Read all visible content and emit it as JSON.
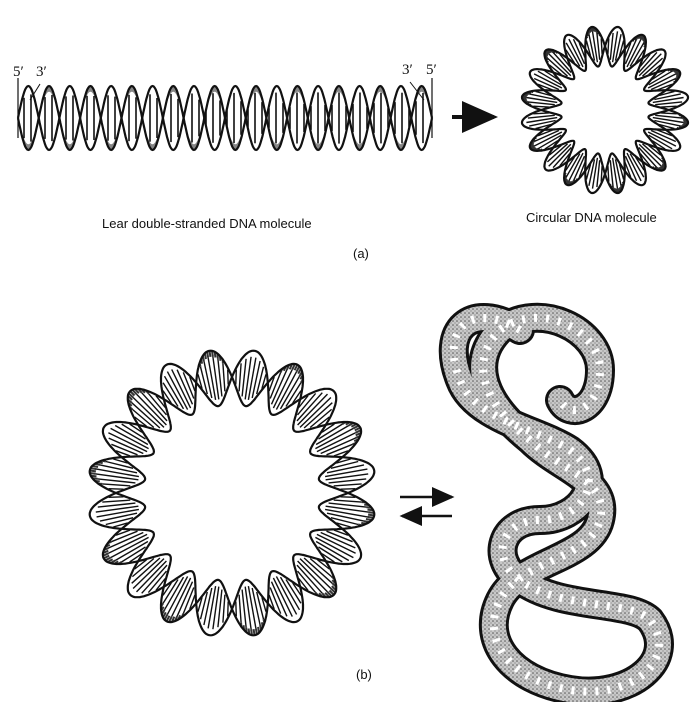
{
  "panel_a": {
    "linear_end_labels": {
      "left_five_prime": "5′",
      "left_three_prime": "3′",
      "right_three_prime": "3′",
      "right_five_prime": "5′"
    },
    "linear_caption": "Lear double-stranded DNA molecule",
    "circular_caption": "Circular DNA molecule",
    "panel_label": "(a)"
  },
  "panel_b": {
    "panel_label": "(b)"
  },
  "colors": {
    "ink": "#111111",
    "background": "#ffffff",
    "supercoil_shading": "#9a9a9a"
  }
}
